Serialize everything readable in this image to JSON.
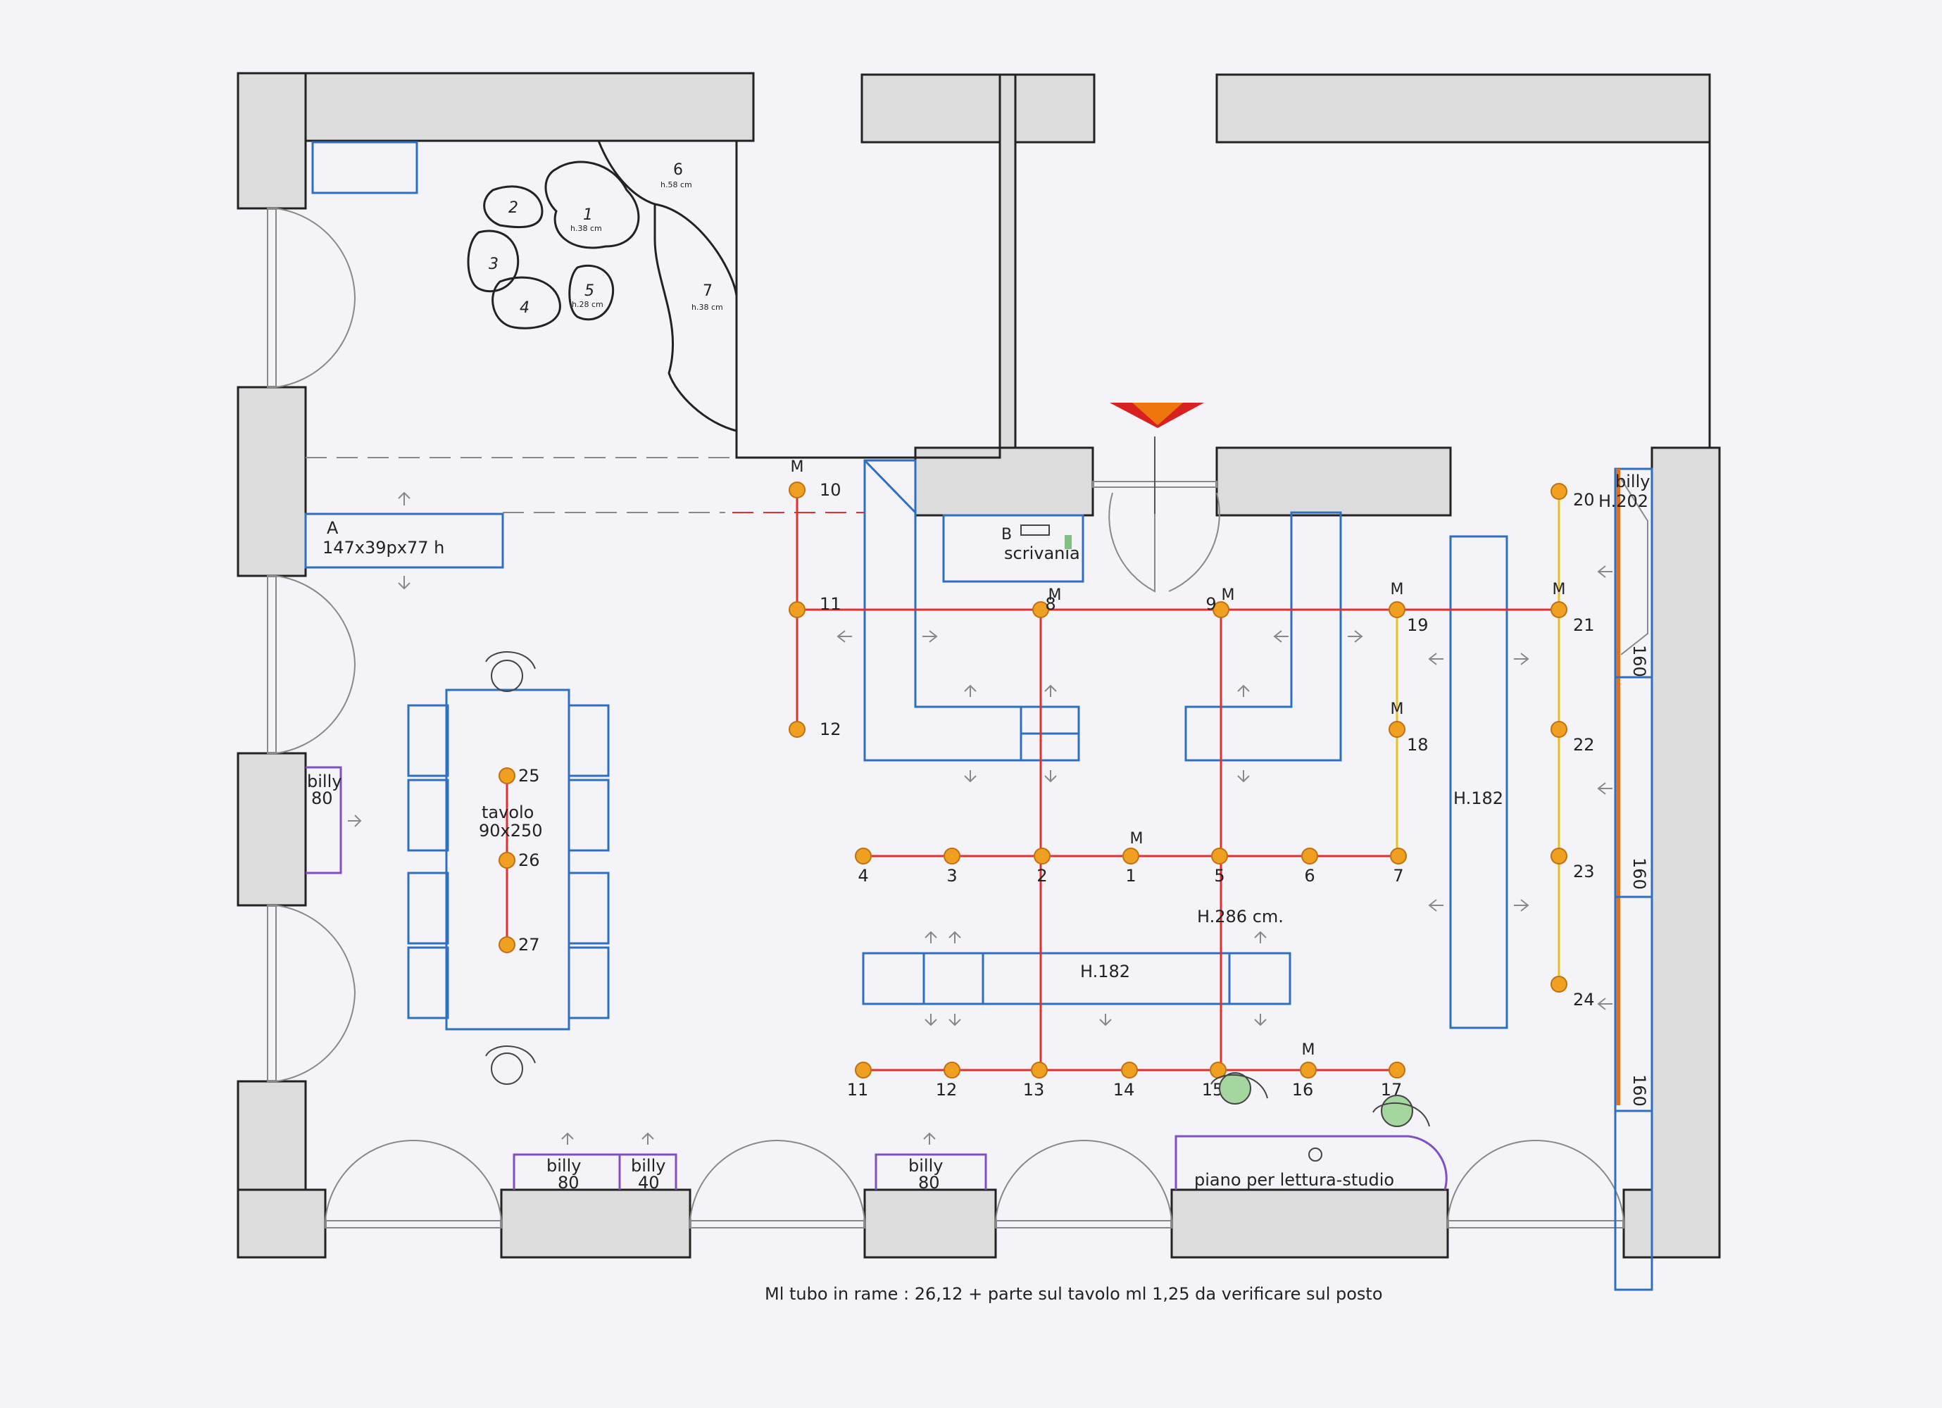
{
  "colors": {
    "wall_fill": "#dcdcdc",
    "wall_stroke": "#222222",
    "furniture": "#2f6fc0",
    "copper_pipe": "#e03030",
    "yellow_line": "#e8c020",
    "lamp": "#f0a020",
    "purple": "#8050c0",
    "orange": "#e07020",
    "arrow": "#888888",
    "entrance": "#d82020"
  },
  "footer_note": "Ml tubo in rame : 26,12 + parte sul tavolo ml 1,25 da verificare sul posto",
  "labels": {
    "pouf_1": "1",
    "pouf_1_h": "h.38 cm",
    "pouf_2": "2",
    "pouf_3": "3",
    "pouf_4": "4",
    "pouf_5": "5",
    "pouf_5_h": "h.28 cm",
    "pouf_6": "6",
    "pouf_6_h": "h.58 cm",
    "pouf_7": "7",
    "pouf_7_h": "h.38 cm",
    "desk_a_letter": "A",
    "desk_a_dims": "147x39px77 h",
    "desk_b_letter": "B",
    "desk_b_name": "scrivania",
    "table_name": "tavolo",
    "table_dims": "90x250",
    "billy_left": "billy",
    "billy_left_w": "80",
    "billy_b1": "billy",
    "billy_b1_w": "80",
    "billy_b2": "billy",
    "billy_b2_w": "40",
    "billy_b3": "billy",
    "billy_b3_w": "80",
    "billy_right": "billy",
    "billy_right_h": "H.202",
    "right_shelf_1": "160",
    "right_shelf_2": "160",
    "right_shelf_3": "160",
    "shelf_h182_vertical": "H.182",
    "shelf_h182_horizontal": "H.182",
    "ceiling_height": "H.286 cm.",
    "reading_desk": "piano per lettura-studio",
    "motor_mark": "M"
  },
  "lamps": [
    {
      "id": "1",
      "motor": true
    },
    {
      "id": "2",
      "motor": false
    },
    {
      "id": "3",
      "motor": false
    },
    {
      "id": "4",
      "motor": false
    },
    {
      "id": "5",
      "motor": false
    },
    {
      "id": "6",
      "motor": false
    },
    {
      "id": "7",
      "motor": false
    },
    {
      "id": "8",
      "motor": true
    },
    {
      "id": "9",
      "motor": true
    },
    {
      "id": "10",
      "motor": true
    },
    {
      "id": "11",
      "motor": false
    },
    {
      "id": "12",
      "motor": false
    },
    {
      "id": "11",
      "motor": false
    },
    {
      "id": "12",
      "motor": false
    },
    {
      "id": "13",
      "motor": false
    },
    {
      "id": "14",
      "motor": false
    },
    {
      "id": "15",
      "motor": false
    },
    {
      "id": "16",
      "motor": true
    },
    {
      "id": "17",
      "motor": false
    },
    {
      "id": "18",
      "motor": true
    },
    {
      "id": "19",
      "motor": true
    },
    {
      "id": "20",
      "motor": false
    },
    {
      "id": "21",
      "motor": true
    },
    {
      "id": "22",
      "motor": false
    },
    {
      "id": "23",
      "motor": false
    },
    {
      "id": "24",
      "motor": false
    },
    {
      "id": "25",
      "motor": false
    },
    {
      "id": "26",
      "motor": false
    },
    {
      "id": "27",
      "motor": false
    }
  ]
}
